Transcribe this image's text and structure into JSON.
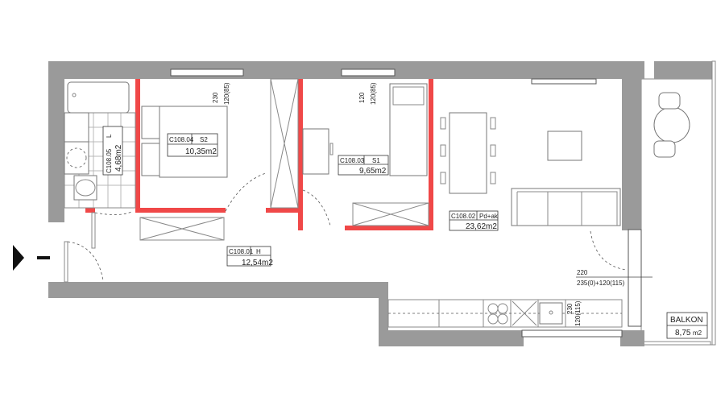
{
  "rooms": [
    {
      "code": "C108.04",
      "type": "S2",
      "area": "10,35m2"
    },
    {
      "code": "C108.03",
      "type": "S1",
      "area": "9,65m2"
    },
    {
      "code": "C108.02",
      "type": "Pd+ak",
      "area": "23,62m2"
    },
    {
      "code": "C108.01",
      "type": "H",
      "area": "12,54m2"
    },
    {
      "code": "C108.05",
      "type": "L",
      "area": "4,68m2"
    }
  ],
  "balcony": {
    "label": "BALKON",
    "area": "8,75",
    "unit": "m2"
  },
  "dimensions": {
    "win1_h": "230",
    "win1_w": "120(85)",
    "win2_h": "120",
    "win2_w": "120(85)",
    "door_h": "220",
    "door_w": "235(0)+120(115)",
    "win3_h": "230",
    "win3_w": "120(115)"
  },
  "colors": {
    "wall": "#9a9a9a",
    "new_wall": "#f04848"
  }
}
